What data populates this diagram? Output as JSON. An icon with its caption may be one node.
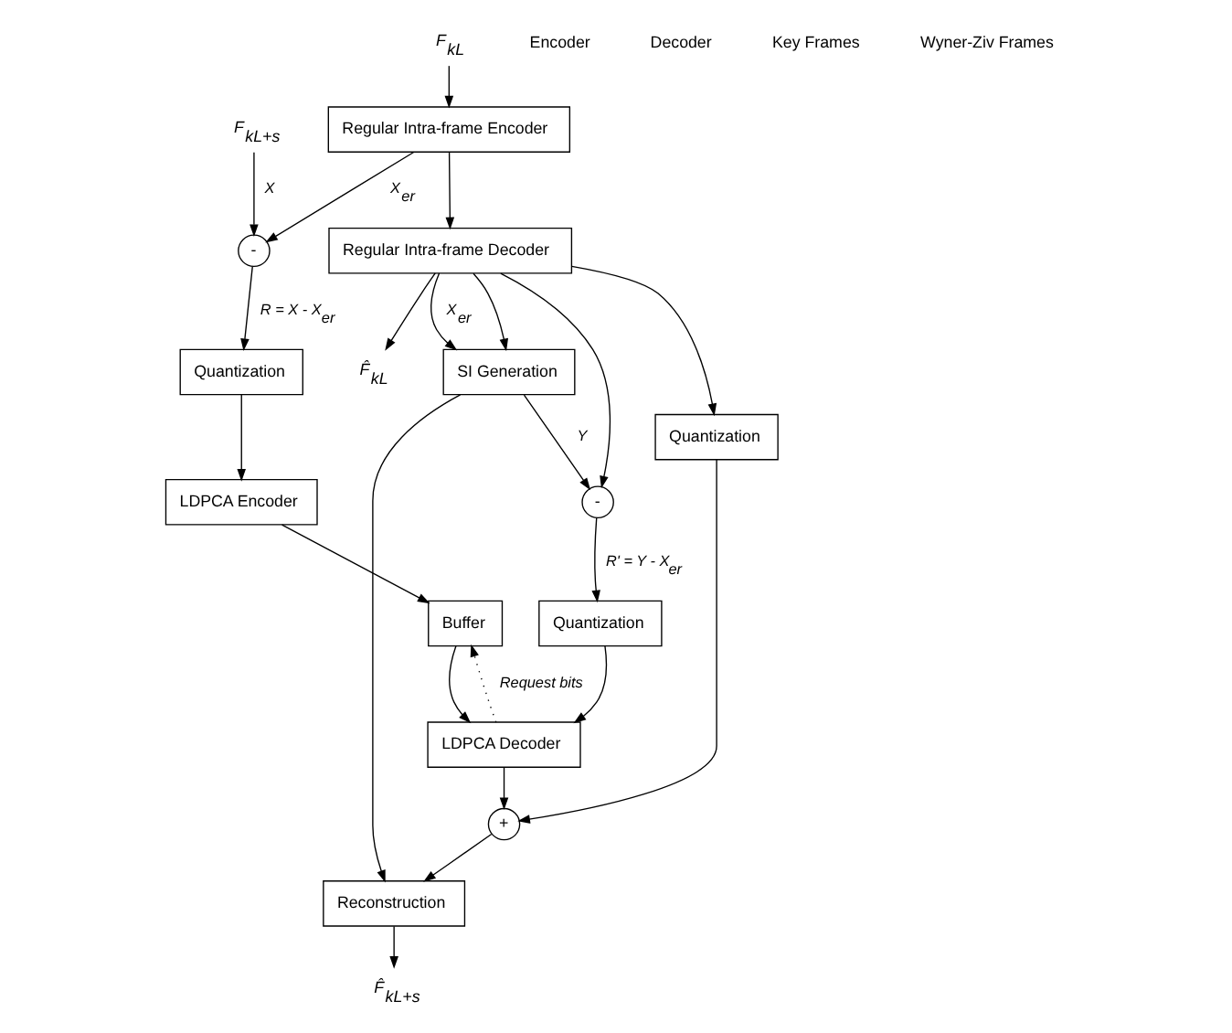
{
  "diagram": {
    "nodes": [
      {
        "text": [
          "F$_{kL}$"
        ]
      },
      {
        "text": [
          "Regular Intra-frame Encoder"
        ]
      },
      {
        "text": [
          "-"
        ]
      },
      {
        "text": [
          "F$_{kL+s}$"
        ]
      },
      {
        "text": [
          "Quantization"
        ]
      },
      {
        "text": [
          "LDPCA Encoder"
        ]
      },
      {
        "text": [
          "Buffer"
        ]
      },
      {
        "text": [
          "Regular Intra-frame Decoder"
        ]
      },
      {
        "text": [
          "F̂$_{kL}$"
        ]
      },
      {
        "text": [
          "SI Generation"
        ]
      },
      {
        "text": [
          "-"
        ]
      },
      {
        "text": [
          "Quantization"
        ]
      },
      {
        "text": [
          "LDPCA Decoder"
        ]
      },
      {
        "text": [
          "Quantization"
        ]
      },
      {
        "text": [
          "+"
        ]
      },
      {
        "text": [
          "Reconstruction"
        ]
      },
      {
        "text": [
          "F̂$_{kL+s}$"
        ]
      }
    ],
    "edges": [
      {
        "from": 0,
        "to": 1,
        "arrow": "to"
      },
      {
        "from": 1,
        "to": 7,
        "arrow": "to"
      },
      {
        "from": 7,
        "to": 8,
        "arrow": "to"
      },
      {
        "from": 1,
        "to": 2,
        "arrow": "to",
        "label": "X$_{er}$"
      },
      {
        "from": 3,
        "to": 2,
        "arrow": "to",
        "label": "X"
      },
      {
        "from": 2,
        "to": 4,
        "arrow": "to",
        "label": "R = X - X$_{er}$"
      },
      {
        "from": 4,
        "to": 5,
        "arrow": "to"
      },
      {
        "from": 5,
        "to": 6,
        "arrow": "to"
      },
      {
        "from": 6,
        "to": 12,
        "arrow": "to"
      },
      {
        "from": 12,
        "to": 6,
        "arrow": "to",
        "label": "Request bits",
        "style": "dashed"
      },
      {
        "from": 7,
        "to": 9,
        "arrow": "to"
      },
      {
        "from": 7,
        "to": 9,
        "arrow": "to",
        "label": "X$_{er}$"
      },
      {
        "from": 7,
        "to": 10,
        "arrow": "to"
      },
      {
        "from": 7,
        "to": 13,
        "arrow": "to"
      },
      {
        "from": 9,
        "to": 10,
        "arrow": "to",
        "label": "Y"
      },
      {
        "from": 9,
        "to": 15,
        "arrow": "to"
      },
      {
        "from": 10,
        "to": 11,
        "arrow": "to",
        "label": "R' = Y - X$_{er}$"
      },
      {
        "from": 11,
        "to": 12,
        "arrow": "to"
      },
      {
        "from": 12,
        "to": 14,
        "arrow": "to"
      },
      {
        "from": 13,
        "to": 14,
        "arrow": "to"
      },
      {
        "from": 14,
        "to": 15,
        "arrow": "to"
      },
      {
        "from": 15,
        "to": 16,
        "arrow": "to"
      }
    ],
    "labels": [
      "Encoder",
      "Decoder",
      "Key Frames",
      "Wyner-Ziv Frames"
    ]
  }
}
